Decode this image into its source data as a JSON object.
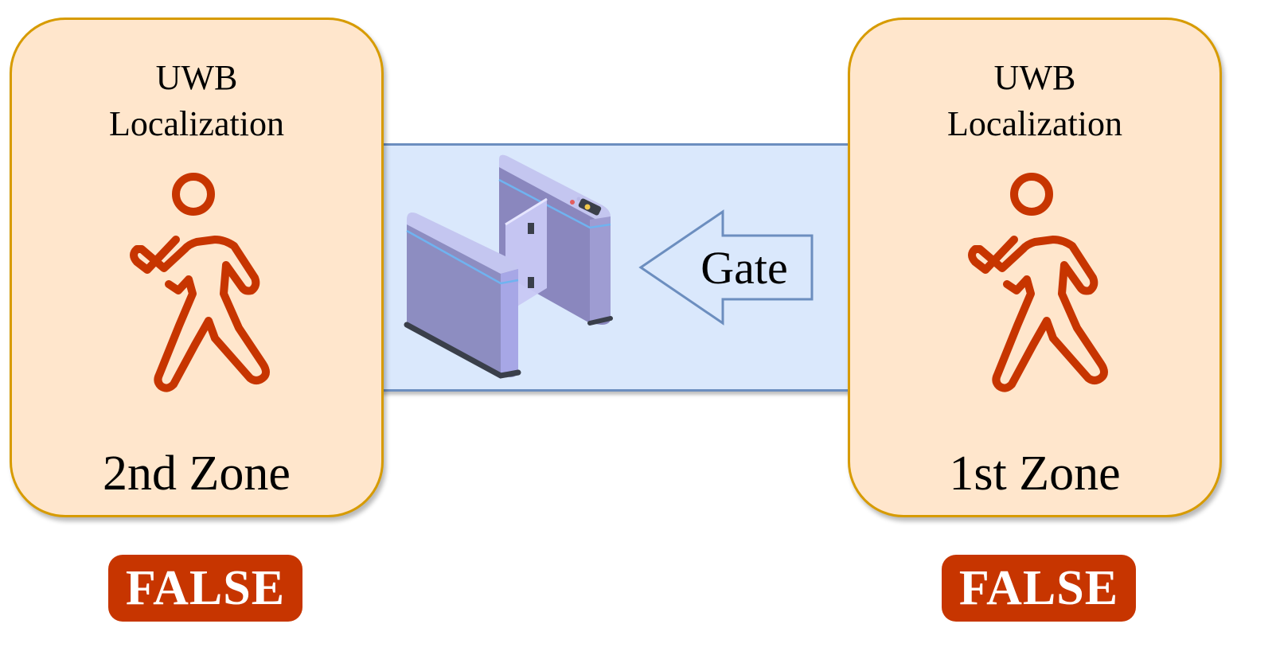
{
  "zones": {
    "left": {
      "title_line1": "UWB",
      "title_line2": "Localization",
      "name": "2nd Zone",
      "status": "FALSE"
    },
    "right": {
      "title_line1": "UWB",
      "title_line2": "Localization",
      "name": "1st Zone",
      "status": "FALSE"
    }
  },
  "gate": {
    "label": "Gate",
    "arrow_direction": "left"
  },
  "icons": {
    "person": "walking-person-icon",
    "turnstile": "turnstile-gate-icon"
  },
  "colors": {
    "zone_fill": "#ffe6cc",
    "zone_border": "#d79b00",
    "corridor_fill": "#dae8fc",
    "corridor_border": "#6c8ebf",
    "person_stroke": "#c73500",
    "badge_fill": "#c73500"
  }
}
